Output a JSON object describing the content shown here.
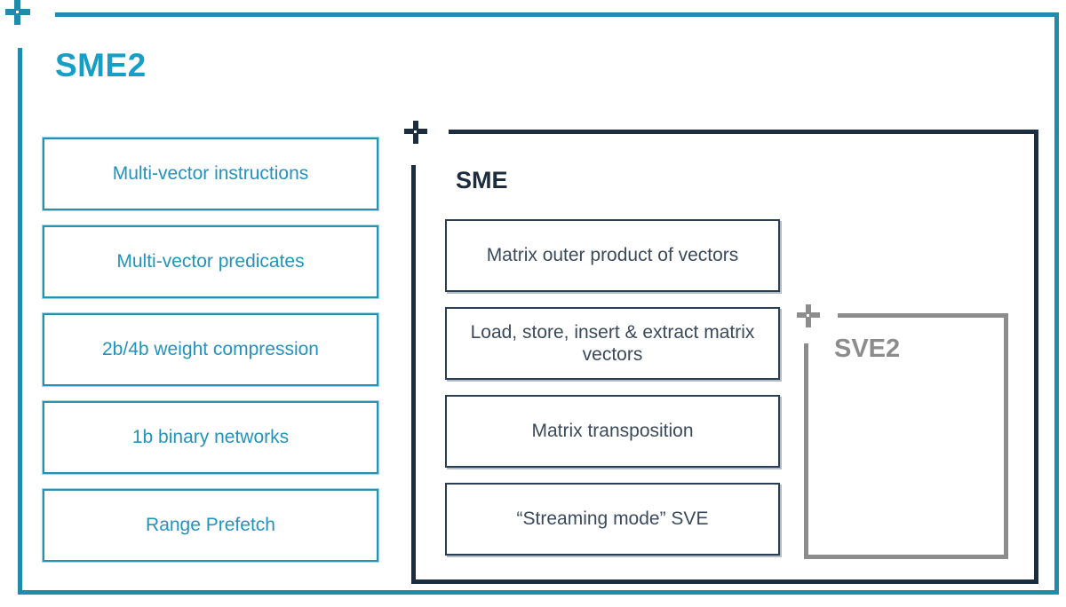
{
  "diagram": {
    "title": "SME2",
    "colors": {
      "sme2_accent": "#159ec6",
      "sme2_border": "#2b8fad",
      "sme2_text": "#2293bd",
      "sme_border": "#1c2d40",
      "sme_text": "#3a4a5c",
      "sve2_gray": "#8c8c8c",
      "background": "#ffffff"
    },
    "sme2": {
      "label": "SME2",
      "plus_icon": "plus-icon",
      "features": [
        {
          "label": "Multi-vector instructions"
        },
        {
          "label": "Multi-vector predicates"
        },
        {
          "label": "2b/4b weight compression"
        },
        {
          "label": "1b binary networks"
        },
        {
          "label": "Range Prefetch"
        }
      ]
    },
    "sme": {
      "label": "SME",
      "plus_icon": "plus-icon",
      "features": [
        {
          "label": "Matrix outer product of vectors"
        },
        {
          "label": "Load, store, insert & extract matrix vectors"
        },
        {
          "label": "Matrix transposition"
        },
        {
          "label": "“Streaming mode” SVE"
        }
      ]
    },
    "sve2": {
      "label": "SVE2",
      "plus_icon": "plus-icon",
      "features": []
    }
  }
}
